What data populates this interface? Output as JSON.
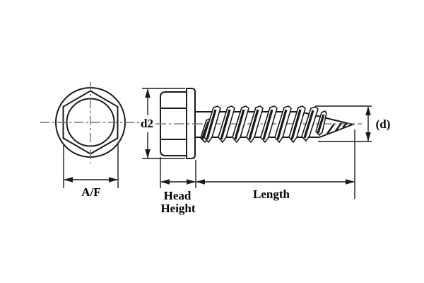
{
  "colors": {
    "line": "#1a1a1a",
    "centerline": "#7e7e7e",
    "front_centerline": "#6e6e6e",
    "background": "#ffffff",
    "text": "#000000"
  },
  "front_view": {
    "across_flats_label": "A/F"
  },
  "side_view": {
    "head_diameter_label": "d2",
    "head_height_label": [
      "Head",
      "Height"
    ],
    "length_label": "Length",
    "thread_diameter_label": "(d)"
  }
}
